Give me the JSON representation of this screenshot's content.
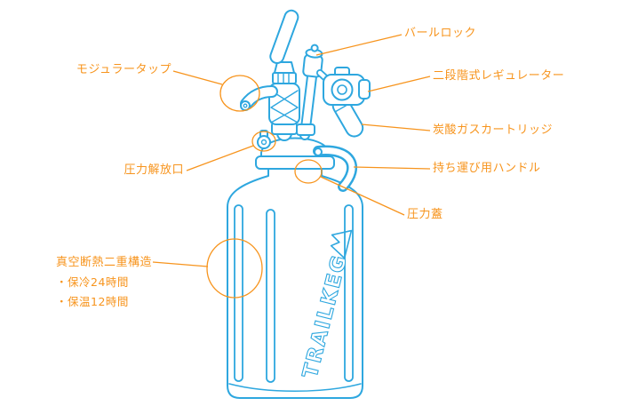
{
  "page": {
    "background": "#ffffff"
  },
  "diagram": {
    "brand": "TRAILKEG",
    "line_color": "#2EA7DF",
    "label_color": "#F7941D",
    "labels": {
      "modular_tap": "モジュラータップ",
      "ball_lock": "バールロック",
      "regulator": "二段階式レギュレーター",
      "co2_cartridge": "炭酸ガスカートリッジ",
      "pressure_release": "圧力解放口",
      "carry_handle": "持ち運び用ハンドル",
      "pressure_lid": "圧力蓋",
      "vacuum_title": "真空断熱二重構造",
      "vacuum_cold": "・保冷24時間",
      "vacuum_warm": "・保温12時間"
    }
  }
}
